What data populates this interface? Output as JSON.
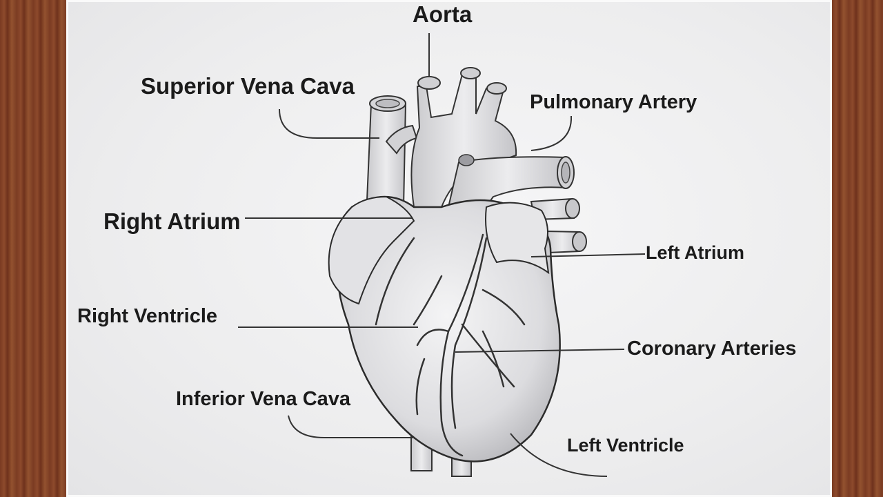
{
  "labels": {
    "aorta": "Aorta",
    "superior_vena_cava": "Superior Vena Cava",
    "pulmonary_artery": "Pulmonary Artery",
    "right_atrium": "Right Atrium",
    "left_atrium": "Left Atrium",
    "right_ventricle": "Right Ventricle",
    "coronary_arteries": "Coronary Arteries",
    "inferior_vena_cava": "Inferior Vena Cava",
    "left_ventricle": "Left Ventricle"
  }
}
